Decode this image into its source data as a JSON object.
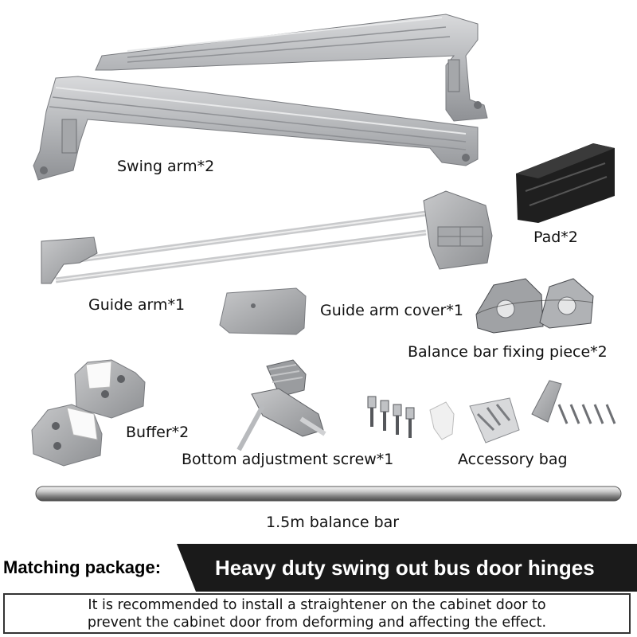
{
  "parts": {
    "swing_arm": "Swing arm*2",
    "pad": "Pad*2",
    "guide_arm": "Guide arm*1",
    "guide_arm_cover": "Guide arm cover*1",
    "balance_bar_fixing_piece": "Balance bar fixing piece*2",
    "buffer": "Buffer*2",
    "bottom_adjustment_screw": "Bottom adjustment screw*1",
    "accessory_bag": "Accessory bag",
    "balance_bar": "1.5m balance bar"
  },
  "banner": {
    "left": "Matching package:",
    "right": "Heavy duty swing out bus door hinges"
  },
  "note": {
    "line1": "It is recommended to install a straightener on the cabinet door to",
    "line2": "prevent the cabinet door from deforming and affecting the effect."
  },
  "colors": {
    "metal": "#b4b6b9",
    "banner_dark": "#1a1a1a",
    "pad": "#222222"
  }
}
